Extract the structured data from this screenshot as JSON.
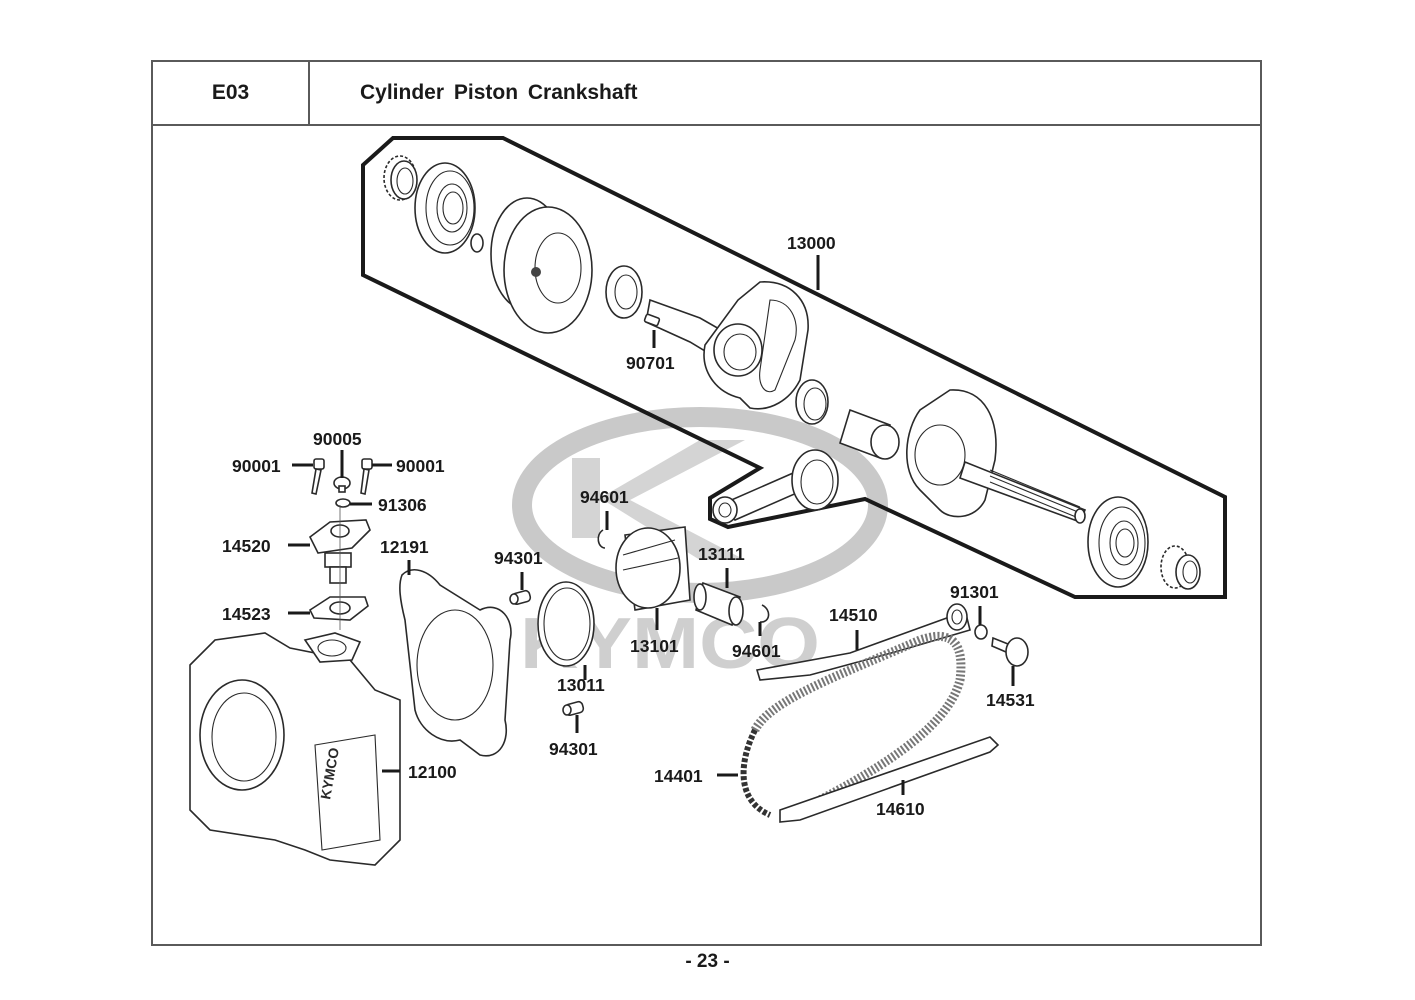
{
  "header": {
    "section_code": "E03",
    "section_title": "Cylinder  Piston  Crankshaft"
  },
  "watermark": {
    "brand": "KYMCO",
    "logo": "kymco-k-logo"
  },
  "callouts": {
    "crankshaft_assy": "13000",
    "key": "90701",
    "bolt_left": "90001",
    "bolt_right": "90001",
    "sealing_bolt": "90005",
    "washer": "91306",
    "tensioner_lifter": "14520",
    "tensioner_gasket": "14523",
    "cylinder_gasket": "12191",
    "dowel_pin_top": "94301",
    "dowel_pin_bottom": "94301",
    "piston_clip_top": "94601",
    "piston_clip_bottom": "94601",
    "piston": "13101",
    "piston_pin": "13111",
    "piston_ring_set": "13011",
    "cylinder": "12100",
    "tensioner_arm": "14510",
    "tensioner_washer": "91301",
    "tensioner_pivot_bolt": "14531",
    "cam_chain": "14401",
    "chain_guide": "14610"
  },
  "cylinder_casting_text": "KYMCO",
  "footer": {
    "page_number": "- 23 -"
  }
}
